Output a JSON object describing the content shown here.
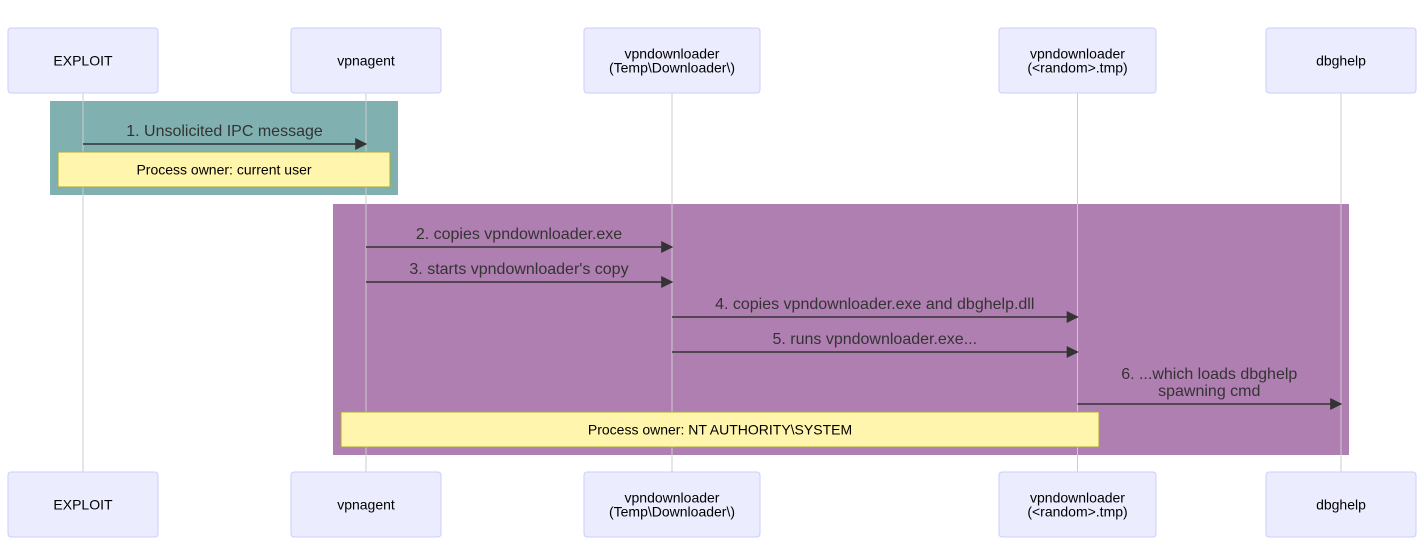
{
  "colors": {
    "actor_fill": "#ececff",
    "actor_border": "#ccccff",
    "lifeline": "#cccccc",
    "message": "#333333",
    "note_fill": "#fff5ad",
    "note_border": "#aaaa33",
    "region_user": "#80b1b0",
    "region_system": "#b07fb1"
  },
  "actors": [
    {
      "id": "exploit",
      "lines": [
        "EXPLOIT"
      ]
    },
    {
      "id": "vpnagent",
      "lines": [
        "vpnagent"
      ]
    },
    {
      "id": "downloader-temp",
      "lines": [
        "vpndownloader",
        "(Temp\\Downloader\\)"
      ]
    },
    {
      "id": "downloader-random",
      "lines": [
        "vpndownloader",
        "(<random>.tmp)"
      ]
    },
    {
      "id": "dbghelp",
      "lines": [
        "dbghelp"
      ]
    }
  ],
  "messages": [
    {
      "from": "exploit",
      "to": "vpnagent",
      "lines": [
        "1. Unsolicited IPC message"
      ]
    },
    {
      "from": "vpnagent",
      "to": "downloader-temp",
      "lines": [
        "2. copies vpndownloader.exe"
      ]
    },
    {
      "from": "vpnagent",
      "to": "downloader-temp",
      "lines": [
        "3. starts vpndownloader's copy"
      ]
    },
    {
      "from": "downloader-temp",
      "to": "downloader-random",
      "lines": [
        "4. copies vpndownloader.exe and dbghelp.dll"
      ]
    },
    {
      "from": "downloader-temp",
      "to": "downloader-random",
      "lines": [
        "5. runs vpndownloader.exe..."
      ]
    },
    {
      "from": "downloader-random",
      "to": "dbghelp",
      "lines": [
        "6. ...which loads dbghelp",
        "spawning cmd"
      ]
    }
  ],
  "notes": [
    {
      "text": "Process owner: current user"
    },
    {
      "text": "Process owner: NT AUTHORITY\\SYSTEM"
    }
  ]
}
